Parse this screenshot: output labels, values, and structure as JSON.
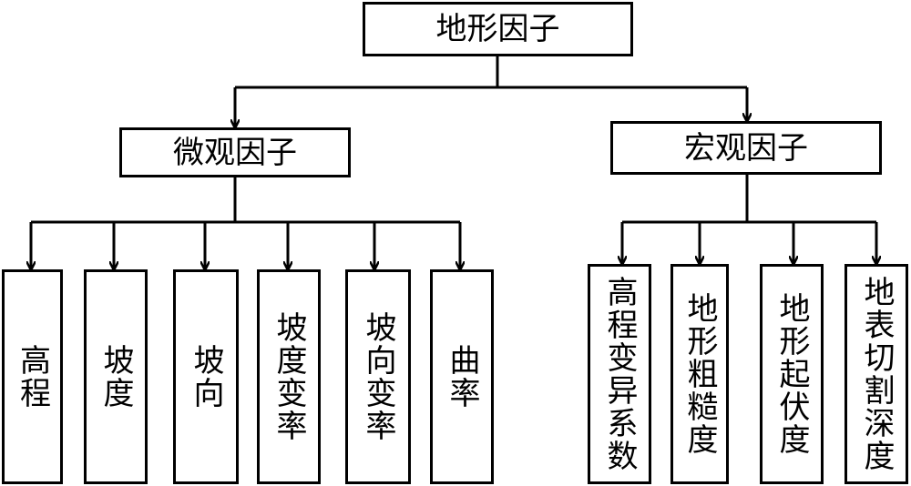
{
  "root": {
    "label": "地形因子"
  },
  "groups": [
    {
      "label": "微观因子",
      "children": [
        "高程",
        "坡度",
        "坡向",
        "坡度变率",
        "坡向变率",
        "曲率"
      ]
    },
    {
      "label": "宏观因子",
      "children": [
        "高程变异系数",
        "地形粗糙度",
        "地形起伏度",
        "地表切割深度"
      ]
    }
  ]
}
